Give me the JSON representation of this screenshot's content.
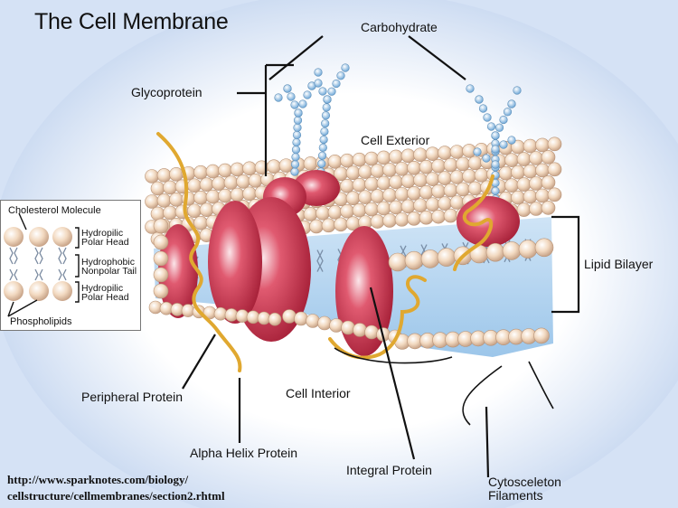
{
  "title": "The Cell Membrane",
  "labels": {
    "carbohydrate": "Carbohydrate",
    "glycoprotein": "Glycoprotein",
    "cell_exterior": "Cell Exterior",
    "lipid_bilayer": "Lipid Bilayer",
    "peripheral_protein": "Peripheral Protein",
    "cell_interior": "Cell Interior",
    "alpha_helix_protein": "Alpha Helix Protein",
    "integral_protein": "Integral Protein",
    "cytoskeleton_line1": "Cytosceleton",
    "cytoskeleton_line2": "Filaments"
  },
  "inset": {
    "cholesterol": "Cholesterol Molecule",
    "hydrophilic1_a": "Hydropilic",
    "hydrophilic1_b": "Polar Head",
    "hydrophobic_a": "Hydrophobic",
    "hydrophobic_b": "Nonpolar Tail",
    "hydrophilic2_a": "Hydropilic",
    "hydrophilic2_b": "Polar Head",
    "phospholipids": "Phospholipids"
  },
  "source": {
    "line1": "http://www.sparknotes.com/biology/",
    "line2": "cellstructure/cellmembranes/section2.rhtml"
  },
  "colors": {
    "background_glow": "#ffffff",
    "background_edge": "#c9d9f0",
    "lipid_head": "#f3dcc6",
    "hydrophobic_core": "#a9cdee",
    "protein": "#c9344a",
    "helix": "#e0a830",
    "carbohydrate_chain": "#8fc3e8"
  }
}
